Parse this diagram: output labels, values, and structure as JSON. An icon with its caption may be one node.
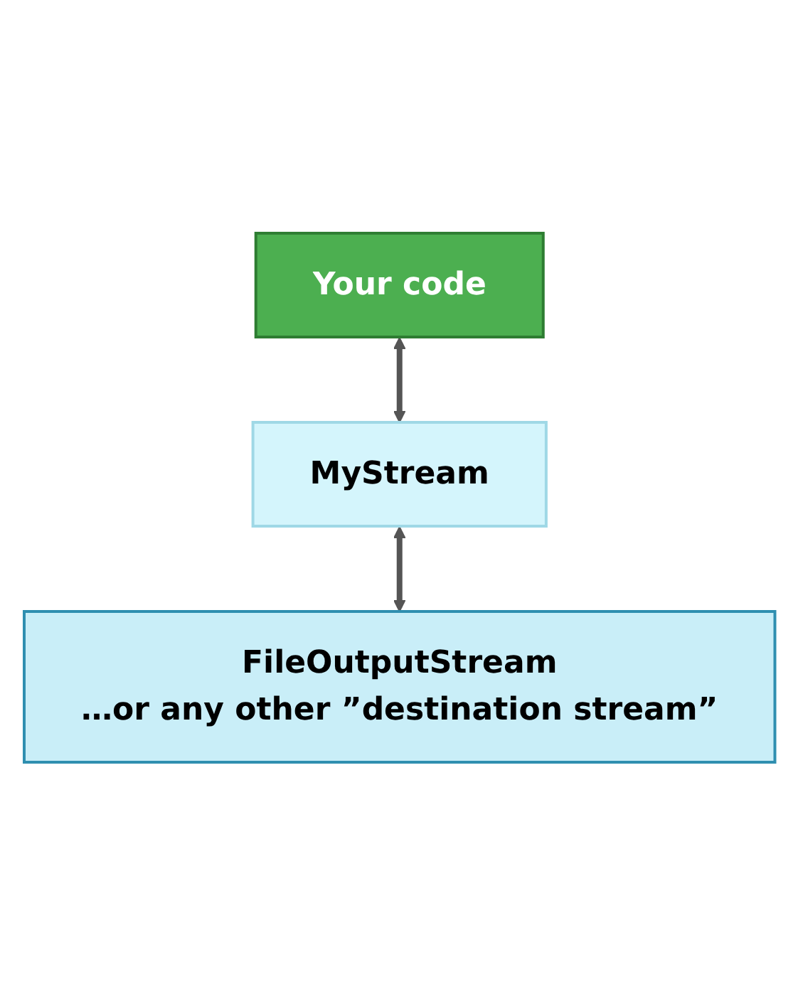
{
  "diagram": {
    "nodes": [
      {
        "text": [
          "Your code"
        ]
      },
      {
        "text": [
          "MyStream"
        ]
      },
      {
        "text": [
          "FileOutputStream",
          "…or any other ”destination stream”"
        ]
      }
    ],
    "edges": [
      {
        "from": 0,
        "to": 1,
        "arrow": "both"
      },
      {
        "from": 1,
        "to": 2,
        "arrow": "both"
      }
    ]
  }
}
